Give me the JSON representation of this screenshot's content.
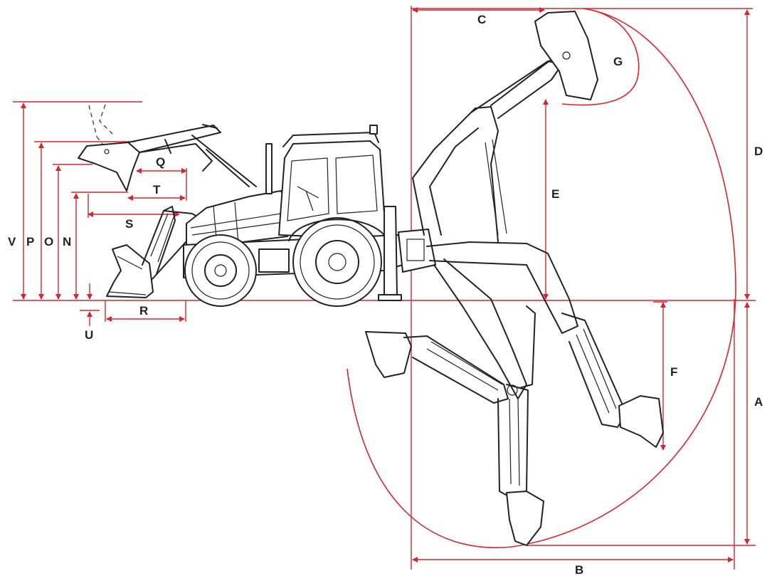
{
  "labels": {
    "A": "A",
    "B": "B",
    "C": "C",
    "D": "D",
    "E": "E",
    "F": "F",
    "G": "G",
    "N": "N",
    "O": "O",
    "P": "P",
    "Q": "Q",
    "R": "R",
    "S": "S",
    "T": "T",
    "U": "U",
    "V": "V"
  },
  "colors": {
    "dimension": "#d3262f",
    "outline": "#222222",
    "background": "#ffffff"
  }
}
